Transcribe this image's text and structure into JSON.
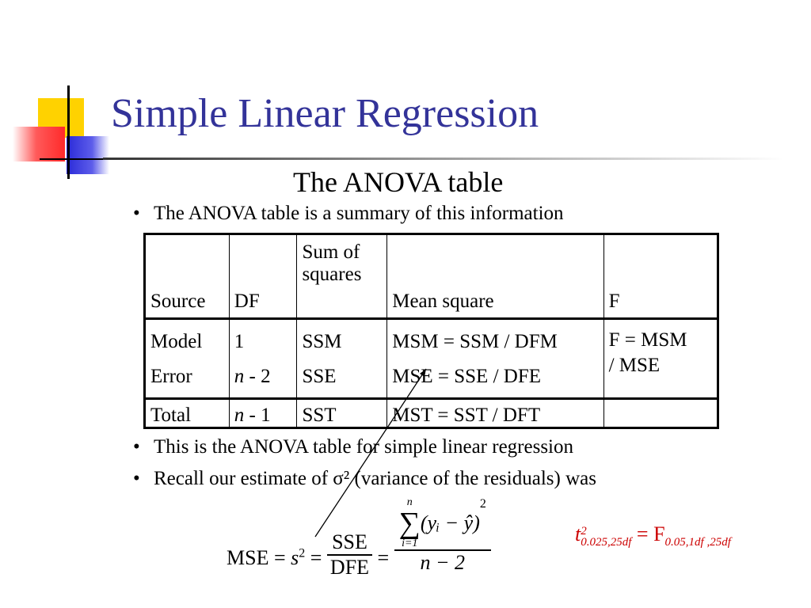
{
  "slide": {
    "title": "Simple Linear Regression",
    "subtitle": "The ANOVA table",
    "bullet1": "The ANOVA table is a summary of this information",
    "bullet2": "This is the ANOVA table for simple linear regression",
    "bullet3": "Recall our estimate of σ² (variance of the residuals) was"
  },
  "table": {
    "headers": {
      "source": "Source",
      "df": "DF",
      "ss_line1": "Sum of",
      "ss_line2": "squares",
      "ms": "Mean square",
      "f": "F"
    },
    "model": {
      "source": "Model",
      "df": "1",
      "ss": "SSM",
      "ms": "MSM = SSM / DFM"
    },
    "error": {
      "source": "Error",
      "df_var": "n",
      "df_rest": " - 2",
      "ss": "SSE",
      "ms": "MSE = SSE / DFE"
    },
    "f_cell_line1": "F = MSM",
    "f_cell_line2": "/ MSE",
    "total": {
      "source": "Total",
      "df_var": "n",
      "df_rest": " - 1",
      "ss": "SST",
      "ms": "MST = SST / DFT"
    }
  },
  "formula": {
    "lhs": "MSE = ",
    "s": "s",
    "exp2": "2",
    "eq": " = ",
    "frac1_num": "SSE",
    "frac1_den": "DFE",
    "sum_upper": "n",
    "sum_lower": "i=1",
    "sum_body": "(yᵢ − ŷ)",
    "frac2_den": "n − 2"
  },
  "side_formula": {
    "t": "t",
    "t_sup": "2",
    "t_sub": "0.025,25df",
    "eq": " = F",
    "f_sub": "0.05,1df ,25df"
  }
}
